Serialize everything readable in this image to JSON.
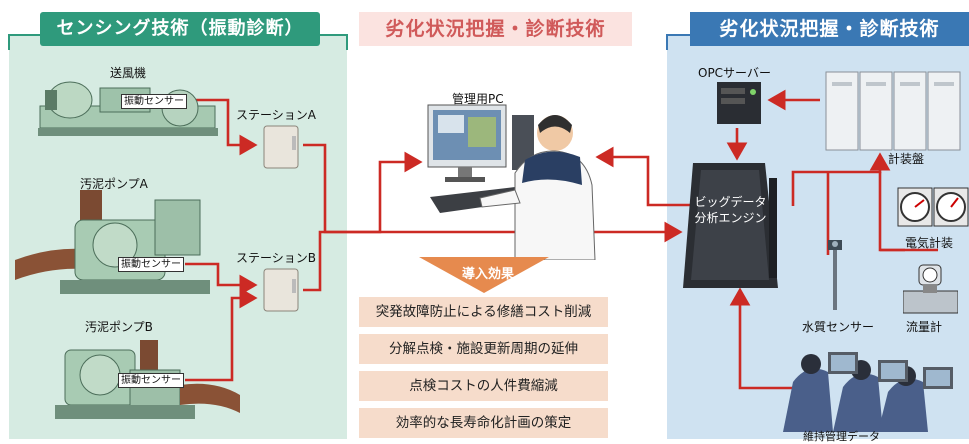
{
  "left_panel": {
    "header": "センシング技術（振動診断）",
    "machines": [
      {
        "name": "送風機",
        "sensor": "振動センサー"
      },
      {
        "name": "汚泥ポンプA",
        "sensor": "振動センサー"
      },
      {
        "name": "汚泥ポンプB",
        "sensor": "振動センサー"
      }
    ],
    "stations": [
      "ステーションA",
      "ステーションB"
    ]
  },
  "center_panel": {
    "header": "劣化状況把握・診断技術",
    "pc_label": "管理用PC",
    "effects_title": "導入効果",
    "effects": [
      "突発故障防止による修繕コスト削減",
      "分解点検・施設更新周期の延伸",
      "点検コストの人件費縮減",
      "効率的な長寿命化計画の策定"
    ]
  },
  "right_panel": {
    "header": "劣化状況把握・診断技術",
    "opc_server": "OPCサーバー",
    "instrument_panel": "計装盤",
    "engine_line1": "ビッグデータ",
    "engine_line2": "分析エンジン",
    "electric_meter": "電気計装",
    "water_sensor": "水質センサー",
    "flow_meter": "流量計",
    "maintenance_data": "維持管理データ"
  },
  "colors": {
    "left_bg": "#d6ebe2",
    "left_header": "#2f9a7c",
    "center_header_bg": "#fbe3e0",
    "center_header_text": "#d05a5a",
    "right_bg": "#cfe2f1",
    "right_header": "#3a78b4",
    "arrow_red": "#cc2a24",
    "effect_title": "#e68a4e",
    "effect_box": "#f6dccb"
  }
}
